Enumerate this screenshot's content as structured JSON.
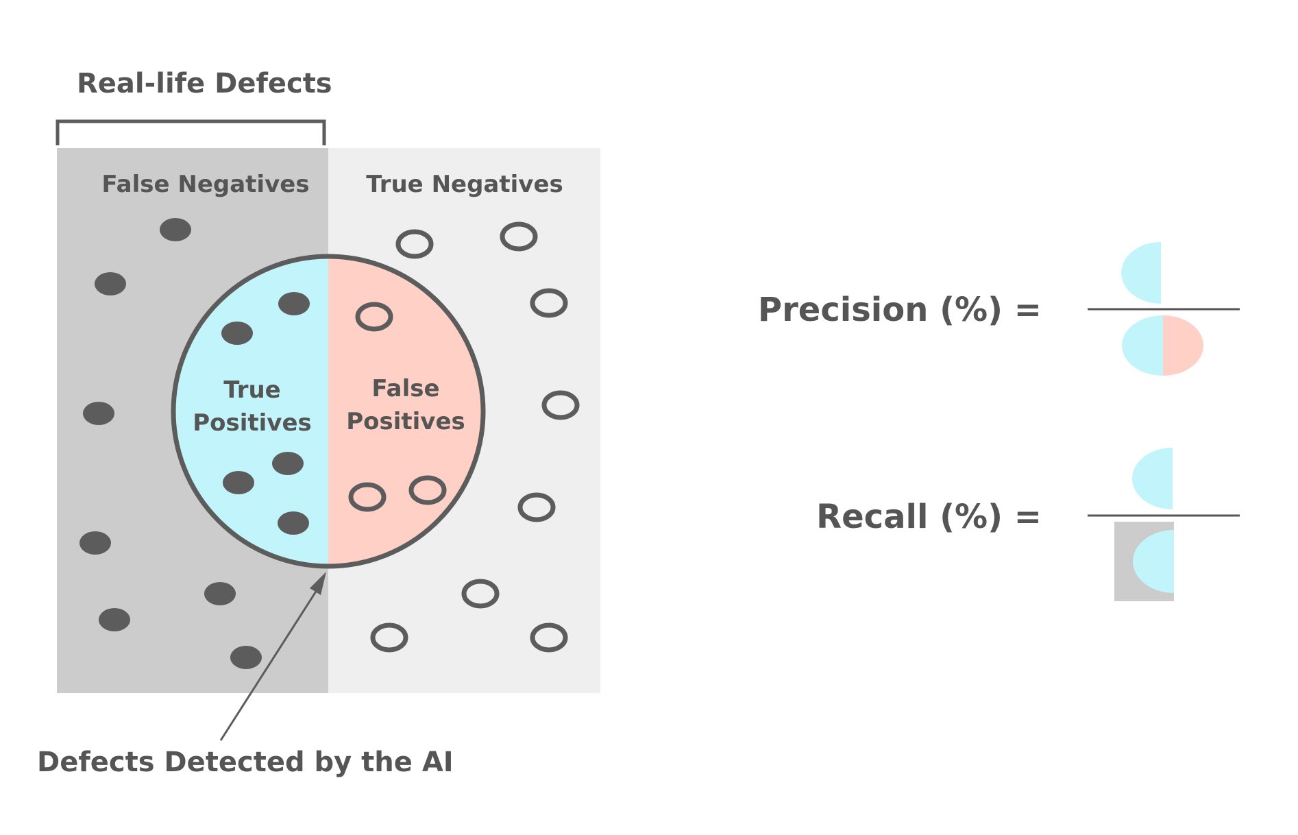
{
  "diagram": {
    "title": "Real-life Defects",
    "regions": {
      "false_negatives": "False Negatives",
      "true_negatives": "True Negatives"
    },
    "circle": {
      "true_positives": [
        "True",
        "Positives"
      ],
      "false_positives": [
        "False",
        "Positives"
      ]
    },
    "arrow_label": "Defects Detected by the AI"
  },
  "formulas": {
    "precision": "Precision (%) =",
    "recall": "Recall  (%) ="
  },
  "colors": {
    "false_negative_bg": "#cccccc",
    "true_negative_bg": "#efefef",
    "true_positive_fill": "#c2f4fb",
    "false_positive_fill": "#ffd0c6",
    "ink": "#5c5c5c"
  }
}
